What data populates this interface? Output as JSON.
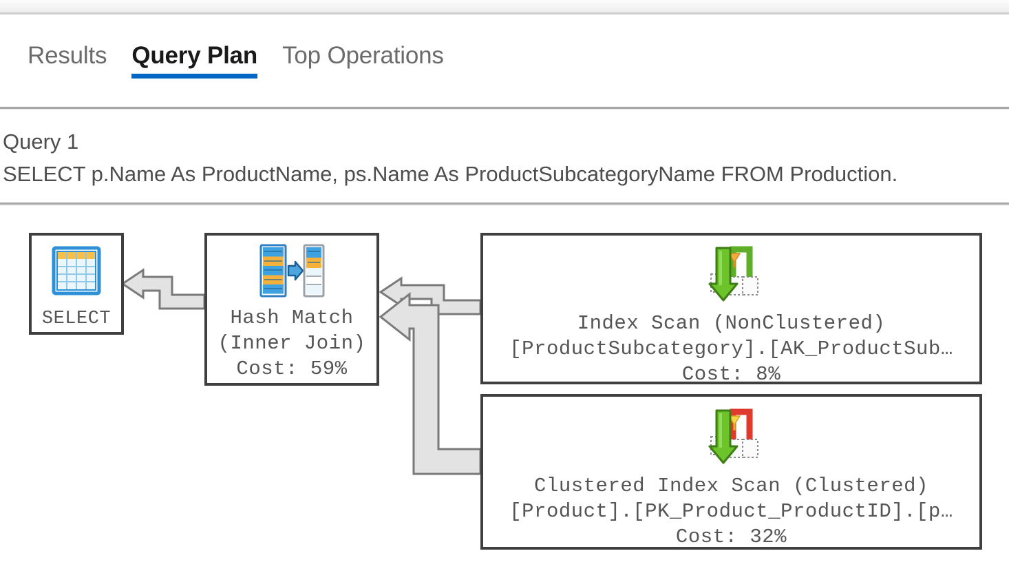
{
  "window": {
    "top_strip": "chrome-strip"
  },
  "tabs": [
    {
      "label": "Results",
      "active": false,
      "name": "tab-results"
    },
    {
      "label": "Query Plan",
      "active": true,
      "name": "tab-query-plan"
    },
    {
      "label": "Top Operations",
      "active": false,
      "name": "tab-top-operations"
    }
  ],
  "accent_color": "#0067C5",
  "query": {
    "label": "Query 1",
    "sql": "SELECT p.Name As ProductName, ps.Name As ProductSubcategoryName FROM Production."
  },
  "plan": {
    "nodes": [
      {
        "id": "select",
        "icon": "result-grid-icon",
        "lines": [
          "SELECT"
        ]
      },
      {
        "id": "hash-match",
        "icon": "hash-match-icon",
        "lines": [
          "Hash Match",
          "(Inner Join)",
          "Cost: 59%"
        ],
        "operation": "Hash Match",
        "detail": "(Inner Join)",
        "cost": "Cost: 59%"
      },
      {
        "id": "index-scan",
        "icon": "index-scan-nonclustered-icon",
        "lines": [
          "Index Scan (NonClustered)",
          "[ProductSubcategory].[AK_ProductSub…",
          "Cost: 8%"
        ],
        "operation": "Index Scan (NonClustered)",
        "detail": "[ProductSubcategory].[AK_ProductSub…",
        "cost": "Cost: 8%"
      },
      {
        "id": "clustered-index-scan",
        "icon": "clustered-index-scan-icon",
        "lines": [
          "Clustered Index Scan (Clustered)",
          "[Product].[PK_Product_ProductID].[p…",
          "Cost: 32%"
        ],
        "operation": "Clustered Index Scan (Clustered)",
        "detail": "[Product].[PK_Product_ProductID].[p…",
        "cost": "Cost: 32%"
      }
    ],
    "edges": [
      {
        "from": "hash-match",
        "to": "select",
        "name": "connector-hashmatch-to-select"
      },
      {
        "from": "index-scan",
        "to": "hash-match",
        "name": "connector-indexscan-to-hashmatch"
      },
      {
        "from": "clustered-index-scan",
        "to": "hash-match",
        "name": "connector-clusteredscan-to-hashmatch"
      }
    ],
    "connector_fill": "#E3E3E3",
    "connector_stroke": "#7A7A7A",
    "node_border": "#3F3F3F"
  }
}
